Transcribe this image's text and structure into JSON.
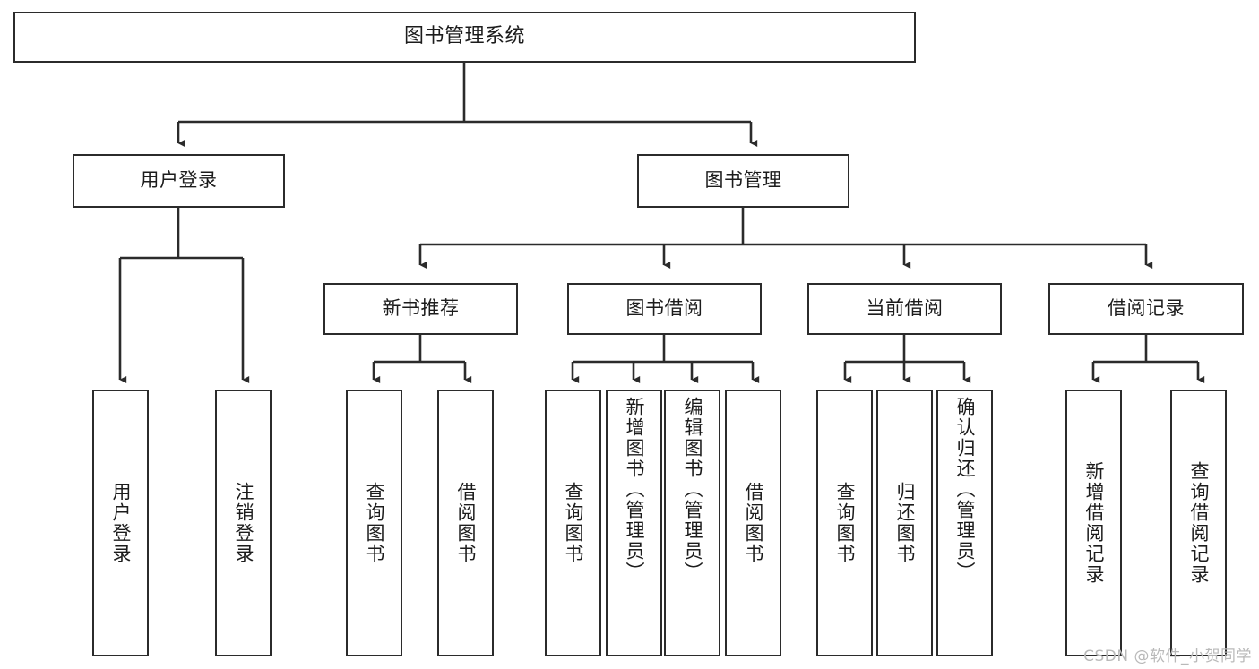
{
  "diagram": {
    "type": "tree",
    "title": "图书管理系统",
    "orientation": "top-down",
    "colors": {
      "box_border": "#2b2b2b",
      "box_fill": "#ffffff",
      "connector": "#2b2b2b",
      "text": "#1c1c1c",
      "background": "#ffffff",
      "watermark": "#b9b9b9"
    }
  },
  "nodes": {
    "root": {
      "label": "图书管理系统"
    },
    "level2": [
      {
        "label": "用户登录"
      },
      {
        "label": "图书管理"
      }
    ],
    "level3": [
      {
        "label": "新书推荐"
      },
      {
        "label": "图书借阅"
      },
      {
        "label": "当前借阅"
      },
      {
        "label": "借阅记录"
      }
    ],
    "leaves": {
      "user_login": [
        {
          "label": "用户登录"
        },
        {
          "label": "注销登录"
        }
      ],
      "new_book_recommend": [
        {
          "label": "查询图书"
        },
        {
          "label": "借阅图书"
        }
      ],
      "book_borrow": [
        {
          "label": "查询图书"
        },
        {
          "label": "新增图书（管理员）"
        },
        {
          "label": "编辑图书（管理员）"
        },
        {
          "label": "借阅图书"
        }
      ],
      "current_borrow": [
        {
          "label": "查询图书"
        },
        {
          "label": "归还图书"
        },
        {
          "label": "确认归还（管理员）"
        }
      ],
      "borrow_record": [
        {
          "label": "新增借阅记录"
        },
        {
          "label": "查询借阅记录"
        }
      ]
    }
  },
  "watermark": {
    "text": "CSDN @软件_小贺同学"
  }
}
